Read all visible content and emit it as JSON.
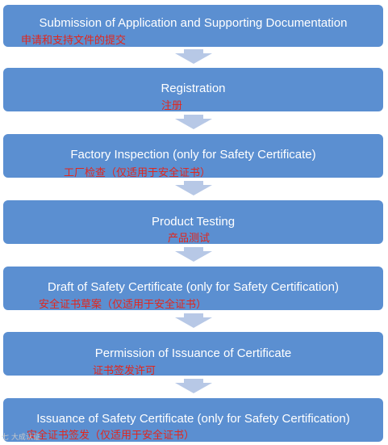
{
  "steps": [
    {
      "en": "Submission of Application and Supporting Documentation",
      "zh": "申请和支持文件的提交"
    },
    {
      "en": "Registration",
      "zh": "注册"
    },
    {
      "en": "Factory Inspection (only for Safety Certificate)",
      "zh": "工厂检查（仅适用于安全证书）"
    },
    {
      "en": "Product Testing",
      "zh": "产品测试"
    },
    {
      "en": "Draft of Safety Certificate (only for Safety Certification)",
      "zh": "安全证书草案（仅适用于安全证书）"
    },
    {
      "en": "Permission of Issuance of Certificate",
      "zh": "证书签发许可"
    },
    {
      "en": "Issuance of Safety Certificate (only for Safety Certification)",
      "zh": "安全证书签发（仅适用于安全证书）"
    }
  ],
  "watermark": "七 大成认证",
  "colors": {
    "box": "#5b8fd1",
    "arrow": "#b7c8e6",
    "chinese_text": "#e3261c"
  }
}
